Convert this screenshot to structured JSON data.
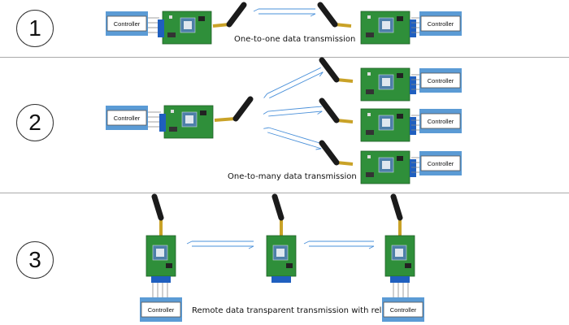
{
  "sections": [
    {
      "number": "1",
      "caption": "One-to-one data transmission"
    },
    {
      "number": "2",
      "caption": "One-to-many data transmission"
    },
    {
      "number": "3",
      "caption": "Remote data transparent transmission with relay"
    }
  ],
  "controller_label": "Controller",
  "colors": {
    "controller_blue": "#5b9bd5",
    "board_green": "#2f8f3a",
    "terminal_blue": "#1f5fbf",
    "antenna_black": "#1b1b1b",
    "arrow_blue": "#4a90d9"
  }
}
